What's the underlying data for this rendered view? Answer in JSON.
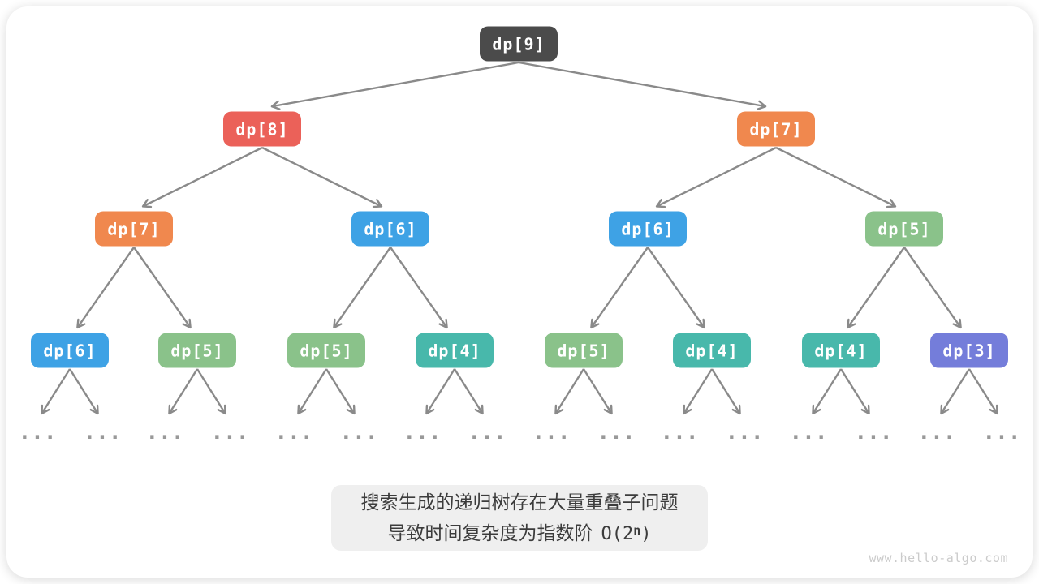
{
  "page": {
    "watermark": "www.hello-algo.com"
  },
  "colors": {
    "node_root": "#4b4b4b",
    "node_red": "#eb6159",
    "node_orange": "#f0884e",
    "node_blue": "#3ea2e5",
    "node_green": "#8ac28a",
    "node_teal": "#48b8ab",
    "node_purple": "#747dda",
    "arrow": "#8a8a8a",
    "ellipsis_dots": "#999999",
    "caption_bg": "#efefef",
    "caption_text": "#3c3c3c",
    "node_text": "#ffffff",
    "watermark_text": "#cbcbcb"
  },
  "tree": {
    "node_prefix": "dp[",
    "node_suffix": "]",
    "ellipsis": "...",
    "nodes": [
      {
        "label": "dp[9]",
        "value": "9",
        "color": "root",
        "level": 1
      },
      {
        "label": "dp[8]",
        "value": "8",
        "color": "red",
        "level": 2
      },
      {
        "label": "dp[7]",
        "value": "7",
        "color": "orange",
        "level": 2
      },
      {
        "label": "dp[7]",
        "value": "7",
        "color": "orange",
        "level": 3
      },
      {
        "label": "dp[6]",
        "value": "6",
        "color": "blue",
        "level": 3
      },
      {
        "label": "dp[6]",
        "value": "6",
        "color": "blue",
        "level": 3
      },
      {
        "label": "dp[5]",
        "value": "5",
        "color": "green",
        "level": 3
      },
      {
        "label": "dp[6]",
        "value": "6",
        "color": "blue",
        "level": 4
      },
      {
        "label": "dp[5]",
        "value": "5",
        "color": "green",
        "level": 4
      },
      {
        "label": "dp[5]",
        "value": "5",
        "color": "green",
        "level": 4
      },
      {
        "label": "dp[4]",
        "value": "4",
        "color": "teal",
        "level": 4
      },
      {
        "label": "dp[5]",
        "value": "5",
        "color": "green",
        "level": 4
      },
      {
        "label": "dp[4]",
        "value": "4",
        "color": "teal",
        "level": 4
      },
      {
        "label": "dp[4]",
        "value": "4",
        "color": "teal",
        "level": 4
      },
      {
        "label": "dp[3]",
        "value": "3",
        "color": "purple",
        "level": 4
      }
    ]
  },
  "caption": {
    "line1": "搜索生成的递归树存在大量重叠子问题",
    "line2_text": "导致时间复杂度为指数阶",
    "line2_formula_open": "O(2",
    "line2_sup": "n",
    "line2_close": ")"
  }
}
